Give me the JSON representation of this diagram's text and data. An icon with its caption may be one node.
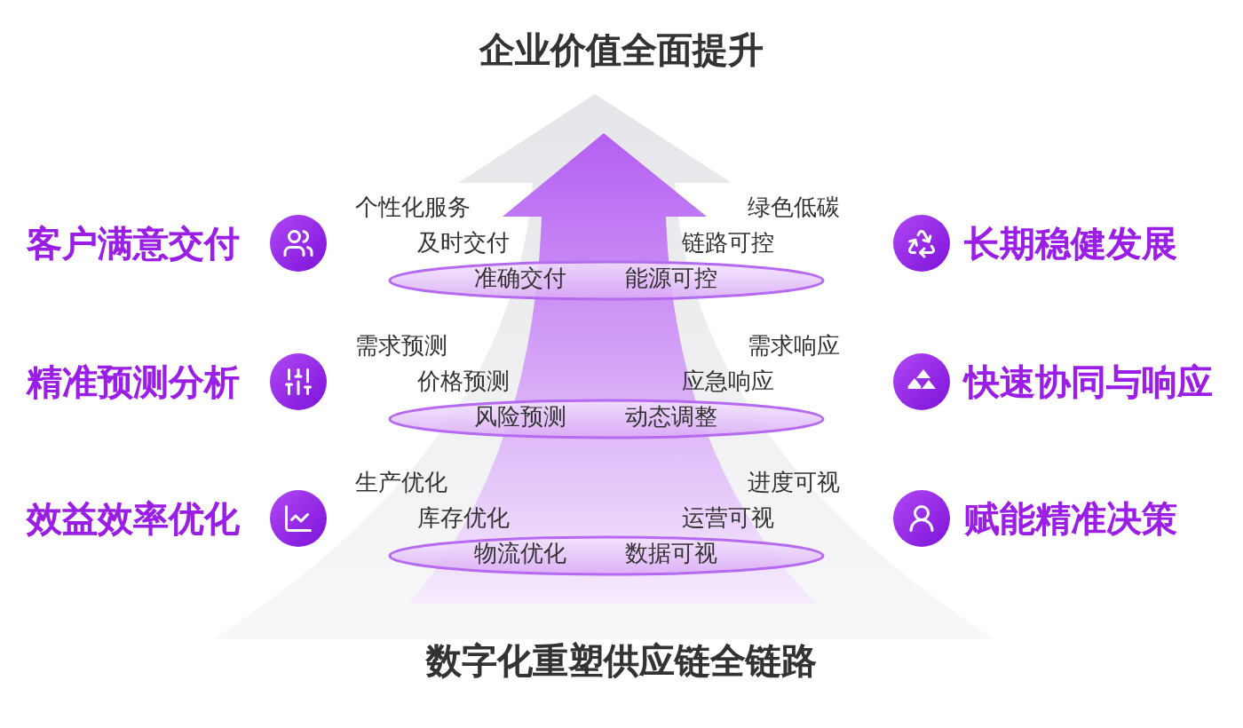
{
  "diagram": {
    "title": "企业价值全面提升",
    "caption": "数字化重塑供应链全链路",
    "nodes": [
      {
        "text": [
          "准确交付",
          "能源可控"
        ]
      },
      {
        "text": [
          "风险预测",
          "动态调整"
        ]
      },
      {
        "text": [
          "物流优化",
          "数据可视"
        ]
      }
    ],
    "labels": [
      "客户满意交付",
      "个性化服务",
      "绿色低碳",
      "长期稳健发展",
      "及时交付",
      "链路可控",
      "精准预测分析",
      "需求预测",
      "需求响应",
      "快速协同与响应",
      "价格预测",
      "应急响应",
      "效益效率优化",
      "生产优化",
      "进度可视",
      "赋能精准决策",
      "库存优化",
      "运营可视"
    ]
  }
}
